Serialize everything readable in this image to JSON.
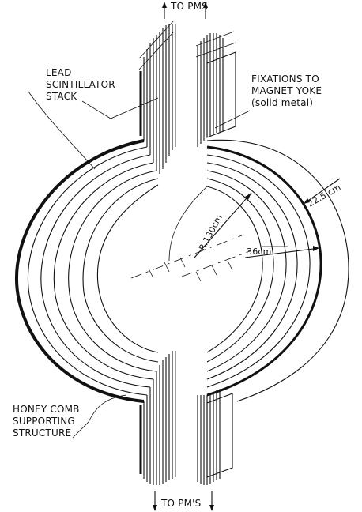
{
  "labels": {
    "to_pms_top": "TO PMS",
    "to_pms_bottom": "TO PM'S",
    "lead_line1": "LEAD",
    "lead_line2": "SCINTILLATOR",
    "lead_line3": "STACK",
    "fix_line1": "FIXATIONS TO",
    "fix_line2": "MAGNET YOKE",
    "fix_line3": "(solid metal)",
    "honey_line1": "HONEY COMB",
    "honey_line2": "SUPPORTING",
    "honey_line3": "STRUCTURE",
    "dim_depth": "22.5 cm",
    "dim_radius": "R.130cm",
    "dim_thickness": "36cm"
  }
}
